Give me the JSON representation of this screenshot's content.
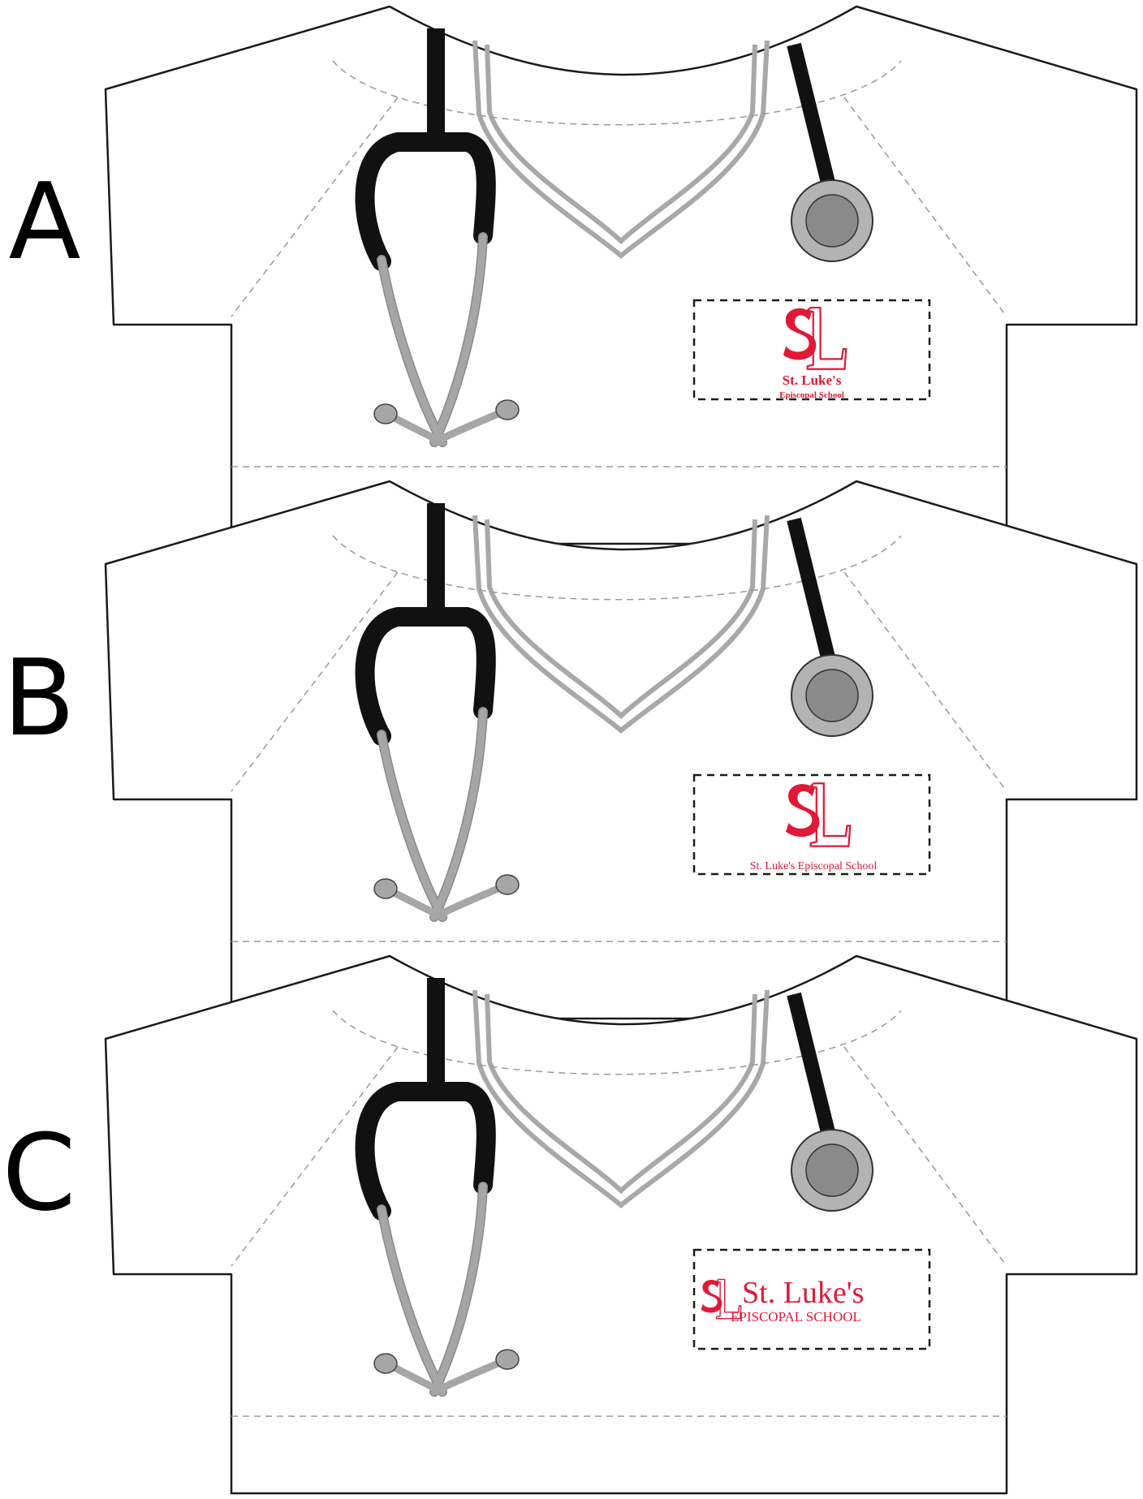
{
  "options": [
    {
      "label": "A",
      "logo": {
        "style": "stacked",
        "line1": "St. Luke's",
        "line2": "Episcopal School"
      }
    },
    {
      "label": "B",
      "logo": {
        "style": "single-line",
        "line1": "St. Luke's Episcopal School"
      }
    },
    {
      "label": "C",
      "logo": {
        "style": "horizontal",
        "line1": "St. Luke's",
        "line2": "EPISCOPAL SCHOOL"
      }
    }
  ],
  "colors": {
    "brand_red": "#e21836",
    "outline": "#1a1a1a",
    "tubing_black": "#111111",
    "tubing_gray": "#a6a6a6",
    "collar_gray": "#a8a8a8",
    "seam_dash": "#9a9a9a",
    "chestpiece_outer": "#b3b3b3",
    "chestpiece_inner": "#8a8a8a"
  },
  "icons": {
    "garment": "scrub-top-icon",
    "stethoscope": "stethoscope-icon",
    "monogram": "sl-monogram-icon"
  }
}
